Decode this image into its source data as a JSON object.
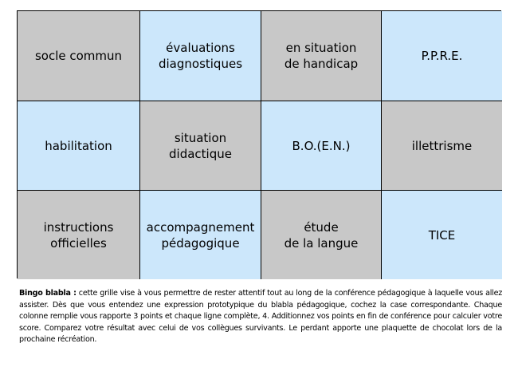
{
  "grid": {
    "cells": [
      {
        "label": "socle commun",
        "color": "#c8c8c8"
      },
      {
        "label": "évaluations\ndiagnostiques",
        "color": "#cce7fb"
      },
      {
        "label": "en situation\nde handicap",
        "color": "#c8c8c8"
      },
      {
        "label": "P.P.R.E.",
        "color": "#cce7fb"
      },
      {
        "label": "habilitation",
        "color": "#cce7fb"
      },
      {
        "label": "situation\ndidactique",
        "color": "#c8c8c8"
      },
      {
        "label": "B.O.(E.N.)",
        "color": "#cce7fb"
      },
      {
        "label": "illettrisme",
        "color": "#c8c8c8"
      },
      {
        "label": "instructions\nofficielles",
        "color": "#c8c8c8"
      },
      {
        "label": "accompagnement\npédagogique",
        "color": "#cce7fb"
      },
      {
        "label": "étude\nde la langue",
        "color": "#c8c8c8"
      },
      {
        "label": "TICE",
        "color": "#cce7fb"
      }
    ]
  },
  "footer": {
    "lead": "Bingo blabla :",
    "text": " cette grille vise à vous permettre de rester attentif tout au long de la conférence pédagogique à laquelle vous allez assister. Dès que vous entendez une expression prototypique du blabla pédagogique, cochez la case correspondante. Chaque colonne remplie vous rapporte 3 points et chaque ligne complète, 4. Additionnez vos points en fin de conférence pour calculer votre score. Comparez votre résultat avec celui de vos collègues survivants. Le perdant apporte une plaquette de chocolat lors de la prochaine récréation."
  }
}
